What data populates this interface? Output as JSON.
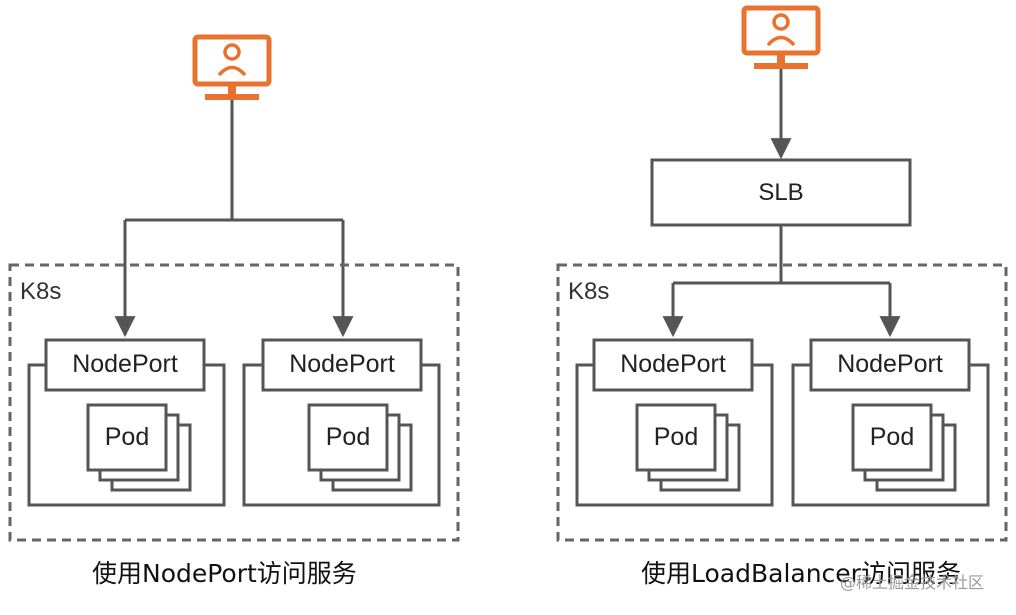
{
  "diagram": {
    "left": {
      "cluster_label": "K8s",
      "service_labels": [
        "NodePort",
        "NodePort"
      ],
      "pod_labels": [
        "Pod",
        "Pod"
      ],
      "caption": "使用NodePort访问服务"
    },
    "right": {
      "balancer_label": "SLB",
      "cluster_label": "K8s",
      "service_labels": [
        "NodePort",
        "NodePort"
      ],
      "pod_labels": [
        "Pod",
        "Pod"
      ],
      "caption": "使用LoadBalancer访问服务"
    },
    "watermark": "@稀土掘金技术社区",
    "colors": {
      "user_icon": "#e8722e",
      "lines": "#555555",
      "dashed_border": "#666666"
    },
    "icons": [
      "user-monitor-icon",
      "user-monitor-icon"
    ]
  }
}
